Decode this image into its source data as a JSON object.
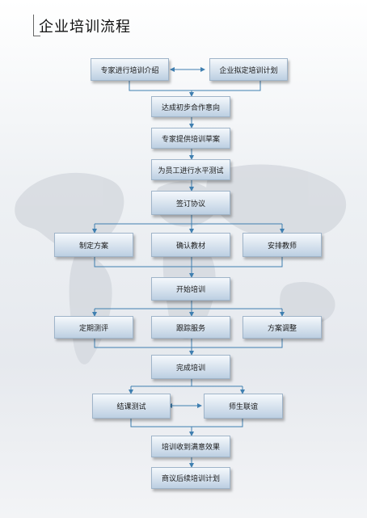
{
  "title": "企业培训流程",
  "colors": {
    "connector": "#3f7fb0",
    "node_border": "#9fb4c9"
  },
  "nodes": {
    "expert_intro": "专家进行培训介绍",
    "company_plan": "企业拟定培训计划",
    "preliminary": "达成初步合作意向",
    "draft": "专家提供培训草案",
    "level_test": "为员工进行水平测试",
    "sign": "签订协议",
    "make_plan": "制定方案",
    "confirm_material": "确认教材",
    "arrange_teacher": "安排教师",
    "start": "开始培训",
    "periodic_eval": "定期测评",
    "follow_service": "跟踪服务",
    "plan_adjust": "方案调整",
    "complete": "完成培训",
    "final_test": "结课测试",
    "teacher_student": "师生联谊",
    "result": "培训收到满意效果",
    "next_plan": "商议后续培训计划"
  }
}
